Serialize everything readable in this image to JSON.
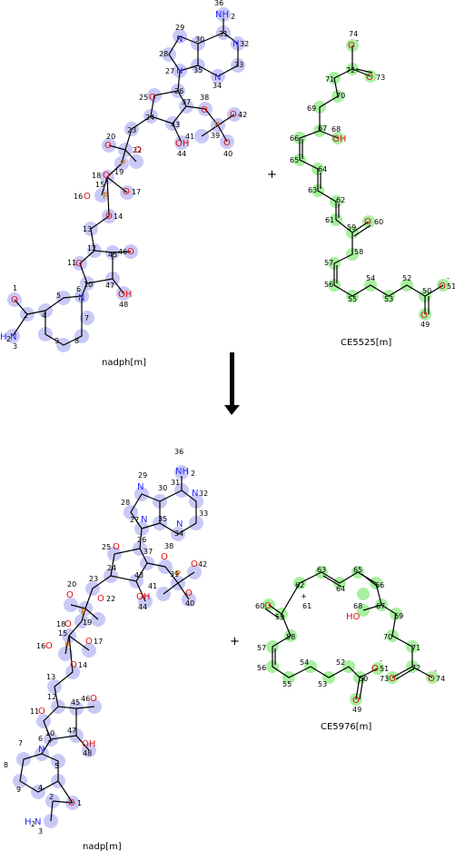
{
  "reactants": {
    "mol1": {
      "name": "nadph[m]"
    },
    "mol2": {
      "name": "CE5525[m]"
    }
  },
  "products": {
    "mol1": {
      "name": "nadp[m]"
    },
    "mol2": {
      "name": "CE5976[m]"
    }
  },
  "operators": {
    "plus": "+"
  },
  "colors": {
    "highlight_blue": "#c9c9f7",
    "highlight_green": "#a8f0a0",
    "nitrogen": "#2a2aff",
    "oxygen": "#e01010",
    "phosphorus": "#d07000"
  }
}
